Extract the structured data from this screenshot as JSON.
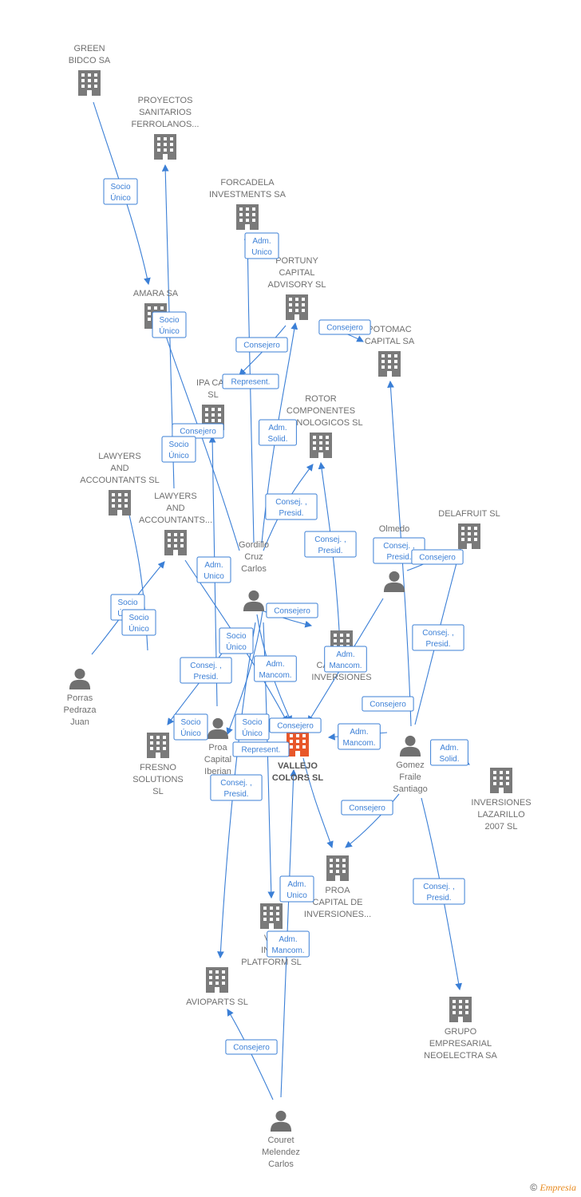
{
  "colors": {
    "edge": "#3b7fd6",
    "building": "#7a7a7a",
    "person": "#707070",
    "focus": "#e8572a",
    "label": "#6f6f6f"
  },
  "nodes": [
    {
      "id": "green_bidco",
      "type": "company",
      "lines": [
        "GREEN",
        "BIDCO SA"
      ]
    },
    {
      "id": "proyectos",
      "type": "company",
      "lines": [
        "PROYECTOS",
        "SANITARIOS",
        "FERROLANOS..."
      ]
    },
    {
      "id": "forcadela",
      "type": "company",
      "lines": [
        "FORCADELA",
        "INVESTMENTS SA"
      ]
    },
    {
      "id": "portuny",
      "type": "company",
      "lines": [
        "PORTUNY",
        "CAPITAL",
        "ADVISORY  SL"
      ]
    },
    {
      "id": "amara",
      "type": "company",
      "lines": [
        "AMARA SA"
      ]
    },
    {
      "id": "potomac",
      "type": "company",
      "lines": [
        "POTOMAC",
        "CAPITAL SA"
      ]
    },
    {
      "id": "ipa",
      "type": "company",
      "lines": [
        "IPA CAP",
        "SL"
      ]
    },
    {
      "id": "rotor",
      "type": "company",
      "lines": [
        "ROTOR",
        "COMPONENTES",
        "TECNOLOGICOS SL"
      ]
    },
    {
      "id": "lawyers1",
      "type": "company",
      "lines": [
        "LAWYERS",
        "AND",
        "ACCOUNTANTS SL"
      ]
    },
    {
      "id": "lawyers2",
      "type": "company",
      "lines": [
        "LAWYERS",
        "AND",
        "ACCOUNTANTS..."
      ]
    },
    {
      "id": "delafruit",
      "type": "company",
      "lines": [
        "DELAFRUIT  SL"
      ]
    },
    {
      "id": "olmedo",
      "type": "person",
      "lines": [
        "Olmedo"
      ]
    },
    {
      "id": "gordillo",
      "type": "person",
      "lines": [
        "Gordillo",
        "Cruz",
        "Carlos"
      ]
    },
    {
      "id": "capital_inv",
      "type": "company",
      "lines": [
        "CAPITAL DE",
        "INVERSIONES"
      ]
    },
    {
      "id": "porras",
      "type": "person",
      "lines": [
        "Porras",
        "Pedraza",
        "Juan"
      ]
    },
    {
      "id": "fresno",
      "type": "company",
      "lines": [
        "FRESNO",
        "SOLUTIONS",
        "SL"
      ]
    },
    {
      "id": "proa_iberian",
      "type": "company_person",
      "lines": [
        "Proa",
        "Capital",
        "Iberian"
      ]
    },
    {
      "id": "vallejo",
      "type": "focus",
      "lines": [
        "VALLEJO",
        "COLORS  SL"
      ]
    },
    {
      "id": "gomez",
      "type": "person",
      "lines": [
        "Gomez",
        "Fraile",
        "Santiago"
      ]
    },
    {
      "id": "lazarillo",
      "type": "company",
      "lines": [
        "INVERSIONES",
        "LAZARILLO",
        "2007  SL"
      ]
    },
    {
      "id": "proa_cap",
      "type": "company",
      "lines": [
        "PROA",
        "CAPITAL DE",
        "INVERSIONES..."
      ]
    },
    {
      "id": "vui",
      "type": "company",
      "lines": [
        "VUI",
        "INVE",
        "PLATFORM SL"
      ]
    },
    {
      "id": "avioparts",
      "type": "company",
      "lines": [
        "AVIOPARTS  SL"
      ]
    },
    {
      "id": "grupo",
      "type": "company",
      "lines": [
        "GRUPO",
        "EMPRESARIAL",
        "NEOELECTRA SA"
      ]
    },
    {
      "id": "couret",
      "type": "person",
      "lines": [
        "Couret",
        "Melendez",
        "Carlos"
      ]
    }
  ],
  "edge_labels": [
    {
      "id": "e1",
      "lines": [
        "Socio",
        "Único"
      ]
    },
    {
      "id": "e2",
      "lines": [
        "Adm.",
        "Unico"
      ]
    },
    {
      "id": "e3",
      "lines": [
        "Socio",
        "Único"
      ]
    },
    {
      "id": "e4",
      "lines": [
        "Consejero"
      ]
    },
    {
      "id": "e5",
      "lines": [
        "Consejero"
      ]
    },
    {
      "id": "e6",
      "lines": [
        "Represent."
      ]
    },
    {
      "id": "e7",
      "lines": [
        "Adm.",
        "Solid."
      ]
    },
    {
      "id": "e8",
      "lines": [
        "Consejero"
      ]
    },
    {
      "id": "e9",
      "lines": [
        "Socio",
        "Único"
      ]
    },
    {
      "id": "e10",
      "lines": [
        "Consej. ,",
        "Presid."
      ]
    },
    {
      "id": "e11",
      "lines": [
        "Consej. ,",
        "Presid."
      ]
    },
    {
      "id": "e12",
      "lines": [
        "Consej. ,",
        "Presid."
      ]
    },
    {
      "id": "e13",
      "lines": [
        "Consejero"
      ]
    },
    {
      "id": "e14",
      "lines": [
        "Socio",
        "Único"
      ]
    },
    {
      "id": "e15",
      "lines": [
        "Adm.",
        "Unico"
      ]
    },
    {
      "id": "e16",
      "lines": [
        "Socio",
        "Único"
      ]
    },
    {
      "id": "e17",
      "lines": [
        "Consejero"
      ]
    },
    {
      "id": "e18",
      "lines": [
        "Consej. ,",
        "Presid."
      ]
    },
    {
      "id": "e19",
      "lines": [
        "Socio",
        "Único"
      ]
    },
    {
      "id": "e20",
      "lines": [
        "Adm.",
        "Mancom."
      ]
    },
    {
      "id": "e21",
      "lines": [
        "Adm.",
        "Mancom."
      ]
    },
    {
      "id": "e22",
      "lines": [
        "Consej. ,",
        "Presid."
      ]
    },
    {
      "id": "e23",
      "lines": [
        "Socio",
        "Único"
      ]
    },
    {
      "id": "e24",
      "lines": [
        "Socio",
        "Único"
      ]
    },
    {
      "id": "e25",
      "lines": [
        "Consejero"
      ]
    },
    {
      "id": "e26",
      "lines": [
        "Consejero"
      ]
    },
    {
      "id": "e27",
      "lines": [
        "Adm.",
        "Mancom."
      ]
    },
    {
      "id": "e28",
      "lines": [
        "Adm.",
        "Solid."
      ]
    },
    {
      "id": "e29",
      "lines": [
        "Represent."
      ]
    },
    {
      "id": "e30",
      "lines": [
        "Consej. ,",
        "Presid."
      ]
    },
    {
      "id": "e31",
      "lines": [
        "Consejero"
      ]
    },
    {
      "id": "e32",
      "lines": [
        "Adm.",
        "Unico"
      ]
    },
    {
      "id": "e33",
      "lines": [
        "Consej. ,",
        "Presid."
      ]
    },
    {
      "id": "e34",
      "lines": [
        "Adm.",
        "Mancom."
      ]
    },
    {
      "id": "e35",
      "lines": [
        "Consejero"
      ]
    }
  ],
  "footer": {
    "copyright": "©",
    "brand": "Empresia"
  }
}
